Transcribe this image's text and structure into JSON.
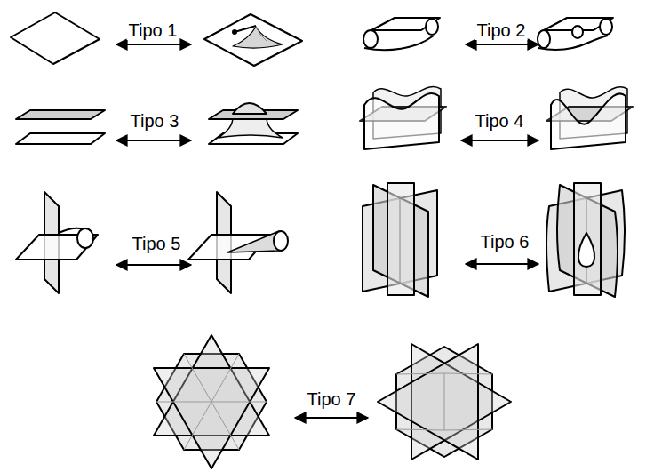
{
  "diagram": {
    "labels": [
      "Tipo 1",
      "Tipo 2",
      "Tipo 3",
      "Tipo 4",
      "Tipo 5",
      "Tipo 6",
      "Tipo 7"
    ]
  }
}
